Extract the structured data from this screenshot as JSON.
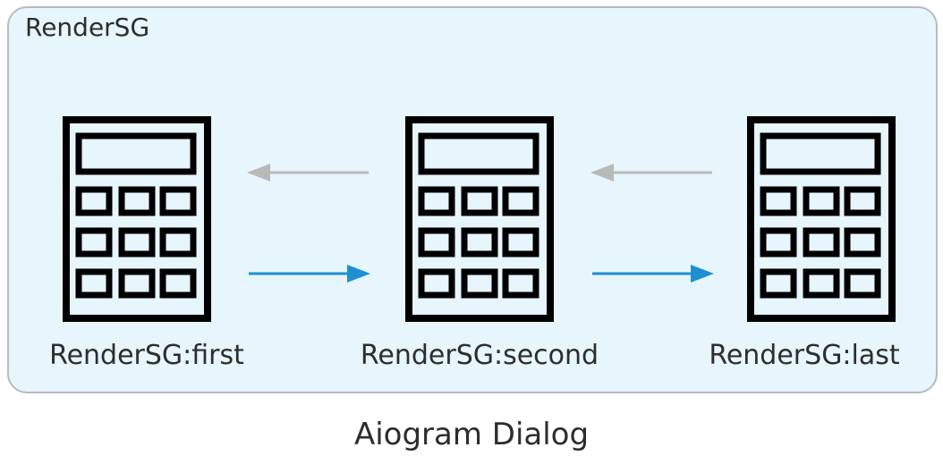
{
  "group": {
    "title": "RenderSG",
    "background": "#e7f5fd",
    "border": "#b4bcc2"
  },
  "nodes": [
    {
      "label": "RenderSG:first",
      "icon": "calculator-icon"
    },
    {
      "label": "RenderSG:second",
      "icon": "calculator-icon"
    },
    {
      "label": "RenderSG:last",
      "icon": "calculator-icon"
    }
  ],
  "edges": [
    {
      "from": "RenderSG:first",
      "to": "RenderSG:second",
      "color": "#1e90d2"
    },
    {
      "from": "RenderSG:second",
      "to": "RenderSG:first",
      "color": "#b9b9b9"
    },
    {
      "from": "RenderSG:second",
      "to": "RenderSG:last",
      "color": "#1e90d2"
    },
    {
      "from": "RenderSG:last",
      "to": "RenderSG:second",
      "color": "#b9b9b9"
    }
  ],
  "caption": "Aiogram Dialog"
}
